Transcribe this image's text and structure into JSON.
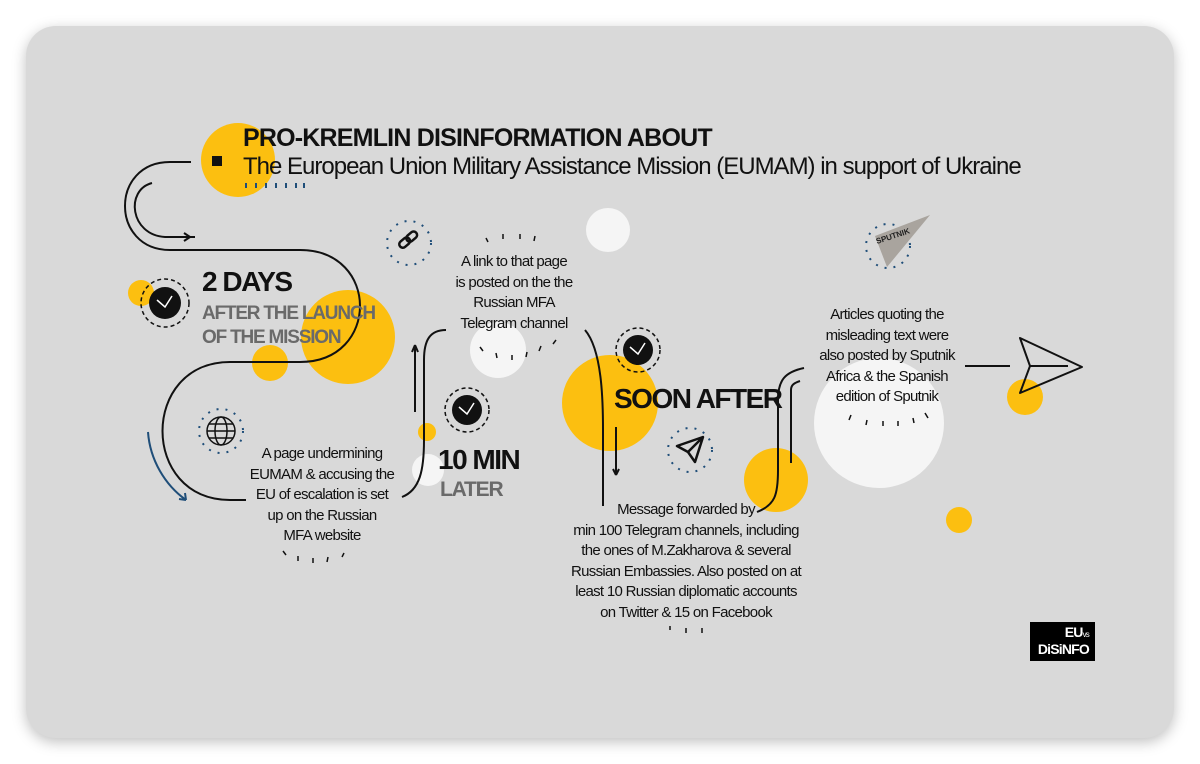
{
  "header": {
    "title": "PRO-KREMLIN DISINFORMATION ABOUT",
    "subtitle": "The European Union Military Assistance Mission (EUMAM) in support of Ukraine"
  },
  "steps": {
    "two_days": {
      "heading": "2 DAYS",
      "line1": "AFTER THE LAUNCH",
      "line2": "OF THE MISSION"
    },
    "page": {
      "lines": [
        "A page undermining",
        "EUMAM & accusing the",
        "EU of escalation is set",
        "up on the Russian",
        "MFA website"
      ]
    },
    "ten_min": {
      "heading": "10 MIN",
      "sub": "LATER"
    },
    "link": {
      "lines": [
        "A link to that page",
        "is posted on the the",
        "Russian MFA",
        "Telegram channel"
      ]
    },
    "soon_after": {
      "heading": "SOON AFTER"
    },
    "message": {
      "lines": [
        "Message forwarded by",
        "min 100 Telegram channels, including",
        "the ones of M.Zakharova & several",
        "Russian Embassies. Also posted on at",
        "least 10 Russian diplomatic accounts",
        "on Twitter & 15 on Facebook"
      ]
    },
    "articles": {
      "lines": [
        "Articles quoting the",
        "misleading text were",
        "also posted by Sputnik",
        "Africa & the Spanish",
        "edition of Sputnik"
      ]
    }
  },
  "sputnik_logo": "SPUTNIK",
  "brand_logo": {
    "top": "EU",
    "small": "vs",
    "bottom": "DiSiNFO"
  },
  "colors": {
    "accent": "#fcbf10",
    "background": "#d9d9d9",
    "blue": "#1f4e79"
  }
}
